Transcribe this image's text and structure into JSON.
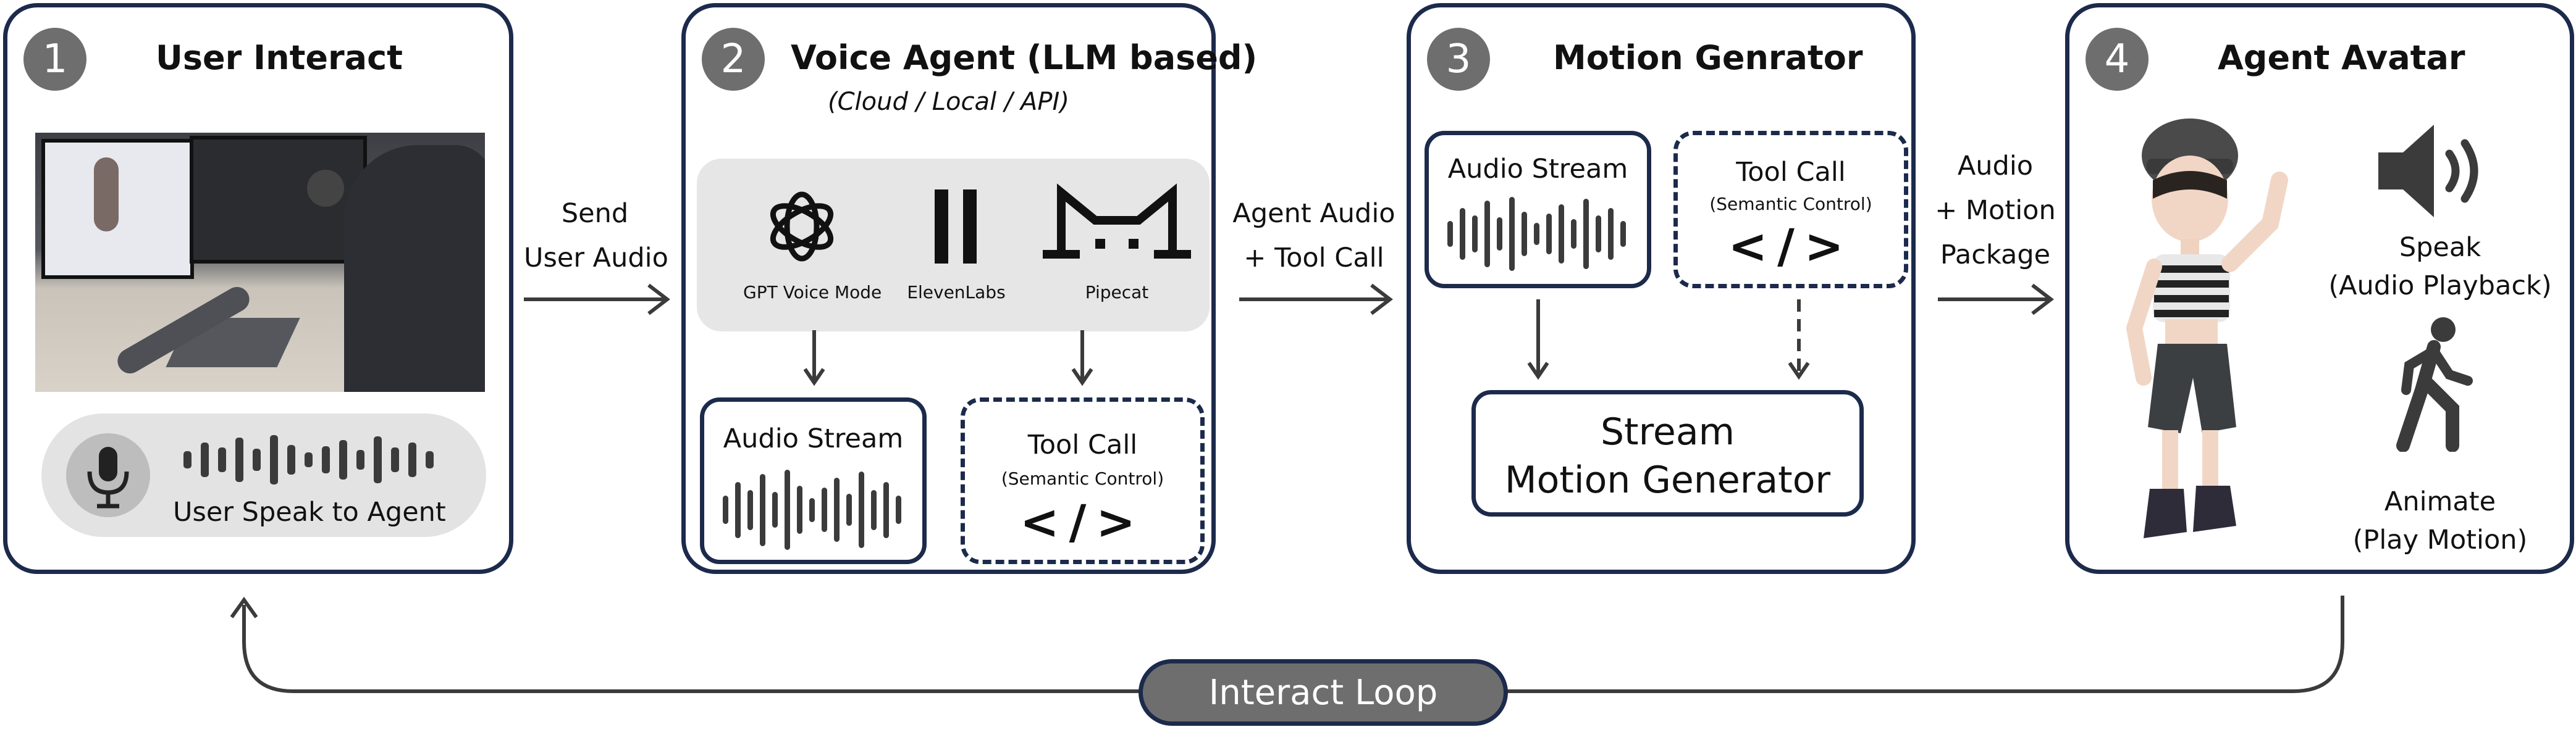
{
  "colors": {
    "border": "#1c2a4b",
    "badge": "#6e6e6e",
    "loop_fill": "#6e6e6e",
    "arrow": "#3b3b3b"
  },
  "panel1": {
    "number": "1",
    "title": "User Interact",
    "speak_label": "User Speak to Agent",
    "icon": "microphone-icon"
  },
  "arrow1": {
    "line1": "Send",
    "line2": "User Audio"
  },
  "panel2": {
    "number": "2",
    "title": "Voice Agent (LLM based)",
    "subtitle": "(Cloud / Local / API)",
    "providers": [
      {
        "name": "GPT Voice Mode",
        "icon": "openai-logo-icon"
      },
      {
        "name": "ElevenLabs",
        "icon": "elevenlabs-logo-icon"
      },
      {
        "name": "Pipecat",
        "icon": "pipecat-logo-icon"
      }
    ],
    "audio_stream": "Audio Stream",
    "tool_call": "Tool Call",
    "tool_call_sub": "(Semantic Control)",
    "tool_call_code": "</>"
  },
  "arrow2": {
    "line1": "Agent Audio",
    "line2": "+ Tool Call"
  },
  "panel3": {
    "number": "3",
    "title": "Motion Genrator",
    "audio_stream": "Audio Stream",
    "tool_call": "Tool Call",
    "tool_call_sub": "(Semantic Control)",
    "tool_call_code": "</>",
    "generator_line1": "Stream",
    "generator_line2": "Motion Generator"
  },
  "arrow3": {
    "line1": "Audio",
    "line2": "+ Motion",
    "line3": "Package"
  },
  "panel4": {
    "number": "4",
    "title": "Agent Avatar",
    "speak_line1": "Speak",
    "speak_line2": "(Audio Playback)",
    "speak_icon": "speaker-icon",
    "animate_line1": "Animate",
    "animate_line2": "(Play Motion)",
    "animate_icon": "walking-person-icon"
  },
  "loop": {
    "label": "Interact Loop"
  }
}
